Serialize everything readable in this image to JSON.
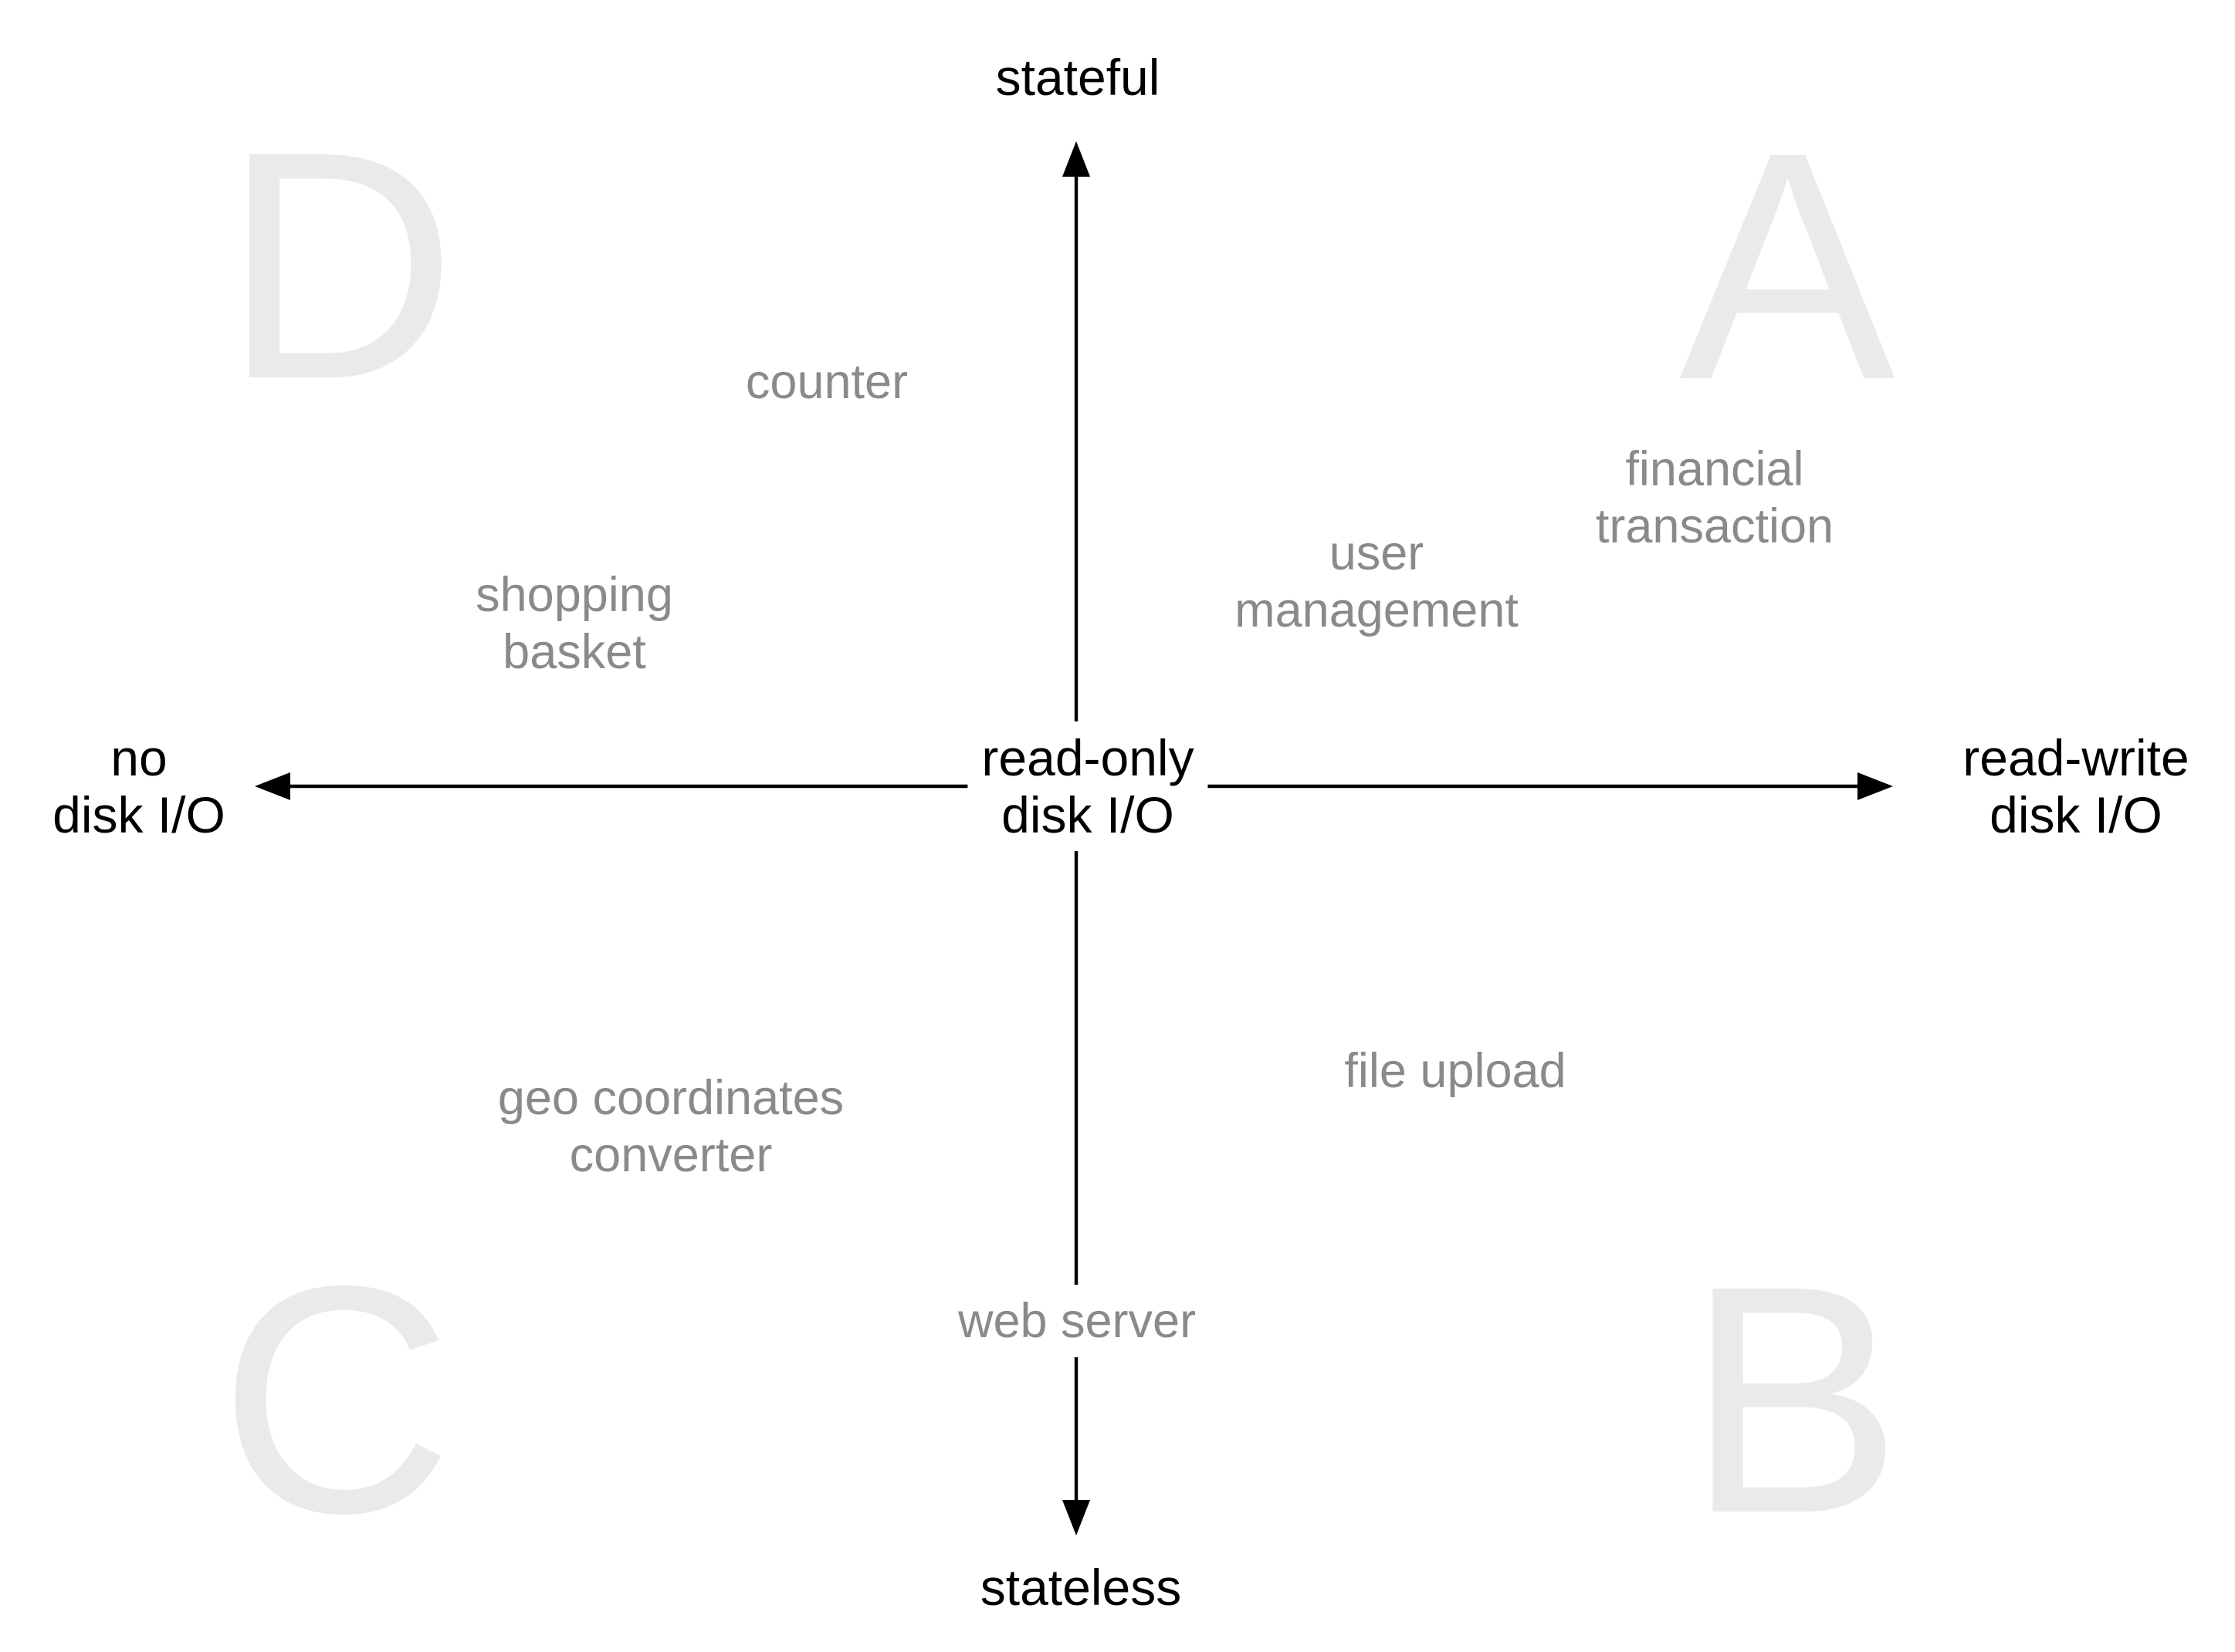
{
  "diagram": {
    "type": "quadrant-diagram",
    "axes": {
      "top_label": "stateful",
      "bottom_label": "stateless",
      "left_label": {
        "lines": [
          "no",
          "disk I/O"
        ]
      },
      "right_label": {
        "lines": [
          "read-write",
          "disk I/O"
        ]
      },
      "center_label": {
        "lines": [
          "read-only",
          "disk I/O"
        ]
      }
    },
    "quadrants": [
      {
        "letter": "D",
        "position": "top-left"
      },
      {
        "letter": "A",
        "position": "top-right"
      },
      {
        "letter": "C",
        "position": "bottom-left"
      },
      {
        "letter": "B",
        "position": "bottom-right"
      }
    ],
    "items": [
      {
        "id": "counter",
        "lines": [
          "counter"
        ],
        "quadrant": "D"
      },
      {
        "id": "shopping-basket",
        "lines": [
          "shopping",
          "basket"
        ],
        "quadrant": "D"
      },
      {
        "id": "financial-transaction",
        "lines": [
          "financial",
          "transaction"
        ],
        "quadrant": "A"
      },
      {
        "id": "user-management",
        "lines": [
          "user",
          "management"
        ],
        "quadrant": "A"
      },
      {
        "id": "geo-coordinates-converter",
        "lines": [
          "geo coordinates",
          "converter"
        ],
        "quadrant": "C"
      },
      {
        "id": "file-upload",
        "lines": [
          "file upload"
        ],
        "quadrant": "B"
      },
      {
        "id": "web-server",
        "lines": [
          "web server"
        ],
        "quadrant": "bottom-axis"
      }
    ],
    "colors": {
      "axis": "#000000",
      "item_text": "#8a8a8a",
      "quadrant_letter": "#eaeaea",
      "background": "#ffffff"
    }
  }
}
